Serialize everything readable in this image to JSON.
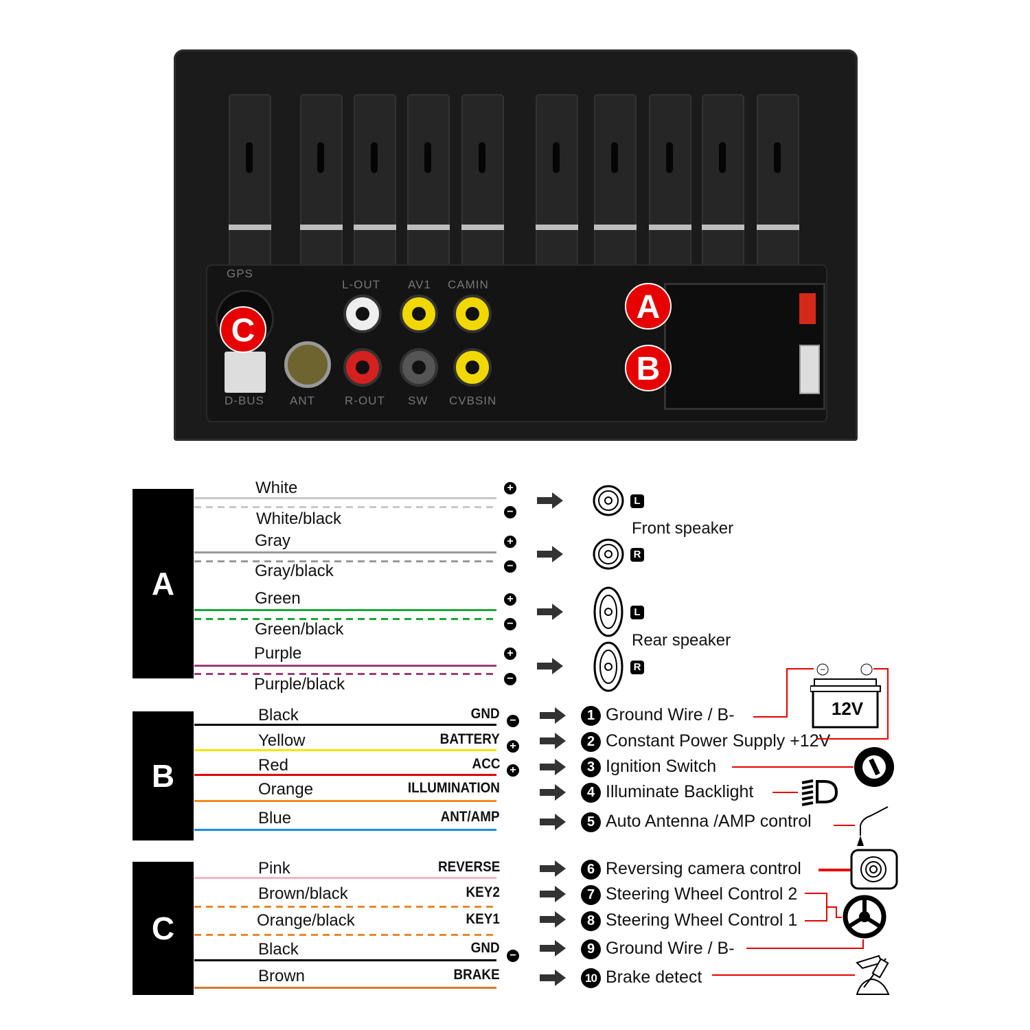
{
  "device": {
    "ports": {
      "gps": "GPS",
      "dbus": "D-BUS",
      "ant": "ANT",
      "lout": "L-OUT",
      "av1": "AV1",
      "camin": "CAMIN",
      "rout": "R-OUT",
      "sw": "SW",
      "cvbsin": "CVBSIN"
    },
    "badges": {
      "a": "A",
      "b": "B",
      "c": "C"
    }
  },
  "colors": {
    "badge": "#e60000",
    "red_wire": "#e60000"
  },
  "groups": [
    {
      "label": "A",
      "wires": [
        {
          "name": "White",
          "color": "#c8c8c8",
          "style": "solid",
          "polarity": "+"
        },
        {
          "name": "White/black",
          "color": "#c8c8c8",
          "style": "dashed",
          "polarity": "-"
        },
        {
          "name": "Gray",
          "color": "#999999",
          "style": "solid",
          "polarity": "+"
        },
        {
          "name": "Gray/black",
          "color": "#999999",
          "style": "dashed",
          "polarity": "-"
        },
        {
          "name": "Green",
          "color": "#1aa637",
          "style": "solid",
          "polarity": "+"
        },
        {
          "name": "Green/black",
          "color": "#1aa637",
          "style": "dashed",
          "polarity": "-"
        },
        {
          "name": "Purple",
          "color": "#9b3b7a",
          "style": "solid",
          "polarity": "+"
        },
        {
          "name": "Purple/black",
          "color": "#9b3b7a",
          "style": "dashed",
          "polarity": "-"
        }
      ]
    },
    {
      "label": "B",
      "wires": [
        {
          "name": "Black",
          "color": "#000000",
          "style": "solid",
          "function": "GND",
          "polarity": "-"
        },
        {
          "name": "Yellow",
          "color": "#f5e600",
          "style": "solid",
          "function": "BATTERY",
          "polarity": "+"
        },
        {
          "name": "Red",
          "color": "#e60000",
          "style": "solid",
          "function": "ACC",
          "polarity": "+"
        },
        {
          "name": "Orange",
          "color": "#f08c1e",
          "style": "solid",
          "function": "ILLUMINATION"
        },
        {
          "name": "Blue",
          "color": "#1a8fd6",
          "style": "solid",
          "function": "ANT/AMP"
        }
      ]
    },
    {
      "label": "C",
      "wires": [
        {
          "name": "Pink",
          "color": "#f4b3bd",
          "style": "solid",
          "function": "REVERSE"
        },
        {
          "name": "Brown/black",
          "color": "#e8892d",
          "style": "dashed",
          "function": "KEY2"
        },
        {
          "name": "Orange/black",
          "color": "#e8892d",
          "style": "dashed",
          "function": "KEY1"
        },
        {
          "name": "Black",
          "color": "#000000",
          "style": "solid",
          "function": "GND",
          "polarity": "-"
        },
        {
          "name": "Brown",
          "color": "#d8782a",
          "style": "solid",
          "function": "BRAKE"
        }
      ]
    }
  ],
  "speakers": {
    "front": "Front speaker",
    "rear": "Rear speaker",
    "left": "L",
    "right": "R"
  },
  "functions": [
    {
      "n": "1",
      "label": "Ground Wire / B-"
    },
    {
      "n": "2",
      "label": "Constant Power Supply +12V"
    },
    {
      "n": "3",
      "label": "Ignition Switch"
    },
    {
      "n": "4",
      "label": "Illuminate Backlight"
    },
    {
      "n": "5",
      "label": "Auto Antenna /AMP control"
    },
    {
      "n": "6",
      "label": "Reversing camera control"
    },
    {
      "n": "7",
      "label": "Steering Wheel Control 2"
    },
    {
      "n": "8",
      "label": "Steering Wheel Control 1"
    },
    {
      "n": "9",
      "label": "Ground Wire / B-"
    },
    {
      "n": "10",
      "label": "Brake detect"
    }
  ],
  "battery": {
    "label": "12V"
  }
}
